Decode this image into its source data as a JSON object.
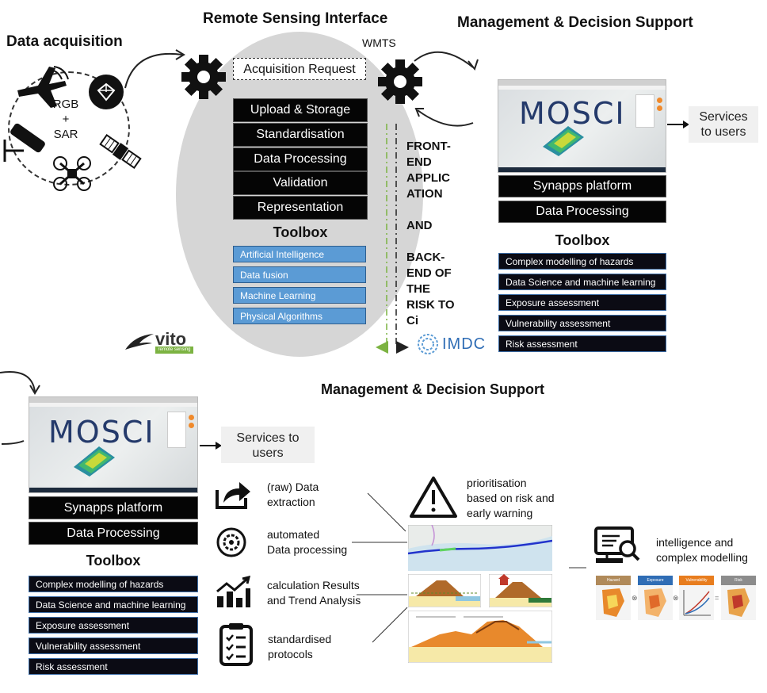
{
  "top": {
    "data_acquisition": {
      "title": "Data acquisition",
      "center_text": [
        "RGB",
        "+",
        "SAR"
      ],
      "icons": [
        "airplane-icon",
        "drone-icon",
        "satellite-icon",
        "ground-sensor-icon",
        "camera-sensor-icon"
      ]
    },
    "remote_sensing": {
      "title": "Remote Sensing Interface",
      "acquisition_request": "Acquisition Request",
      "steps": [
        "Upload & Storage",
        "Standardisation",
        "Data Processing",
        "Validation",
        "Representation"
      ],
      "toolbox_title": "Toolbox",
      "toolbox": [
        "Artificial Intelligence",
        "Data fusion",
        "Machine Learning",
        "Physical Algorithms"
      ],
      "logo": "vito",
      "logo_sub": "remote sensing"
    },
    "wmts": "WMTS",
    "front_end": [
      "FRONT-",
      "END",
      "APPLIC",
      "ATION",
      "",
      "AND",
      "",
      "BACK-",
      "END OF",
      "THE",
      "RISK TO",
      "Ci"
    ],
    "imdc_logo": "IMDC",
    "management": {
      "title": "Management & Decision Support",
      "mosci": "MOSCI",
      "platform": "Synapps platform",
      "processing": "Data Processing",
      "toolbox_title": "Toolbox",
      "toolbox": [
        "Complex modelling of hazards",
        "Data Science and machine learning",
        "Exposure assessment",
        "Vulnerability assessment",
        "Risk assessment"
      ],
      "services": [
        "Services",
        "to users"
      ]
    }
  },
  "bottom": {
    "title": "Management & Decision Support",
    "mosci": "MOSCI",
    "platform": "Synapps platform",
    "processing": "Data Processing",
    "toolbox_title": "Toolbox",
    "toolbox": [
      "Complex modelling of hazards",
      "Data Science and machine learning",
      "Exposure assessment",
      "Vulnerability assessment",
      "Risk assessment"
    ],
    "services": [
      "Services to",
      "users"
    ],
    "features": [
      {
        "icon": "share-export-icon",
        "lines": [
          "(raw) Data",
          "extraction"
        ]
      },
      {
        "icon": "gear-processing-icon",
        "lines": [
          "automated",
          "Data processing"
        ]
      },
      {
        "icon": "trend-chart-icon",
        "lines": [
          "calculation Results",
          "and Trend Analysis"
        ]
      },
      {
        "icon": "clipboard-checklist-icon",
        "lines": [
          "standardised",
          "protocols"
        ]
      }
    ],
    "warning": {
      "icon": "warning-triangle-icon",
      "lines": [
        "prioritisation",
        "based on risk and",
        "early warning"
      ]
    },
    "intelligence": {
      "icon": "computer-analysis-icon",
      "lines": [
        "intelligence and",
        "complex modelling"
      ]
    },
    "risk_panels": [
      {
        "title": "Hazard",
        "color": "#b08a5a"
      },
      {
        "title": "Exposure",
        "color": "#2f6db5"
      },
      {
        "title": "Vulnerability",
        "color": "#e87d1e"
      },
      {
        "title": "Risk",
        "color": "#8c8c8c"
      }
    ]
  }
}
